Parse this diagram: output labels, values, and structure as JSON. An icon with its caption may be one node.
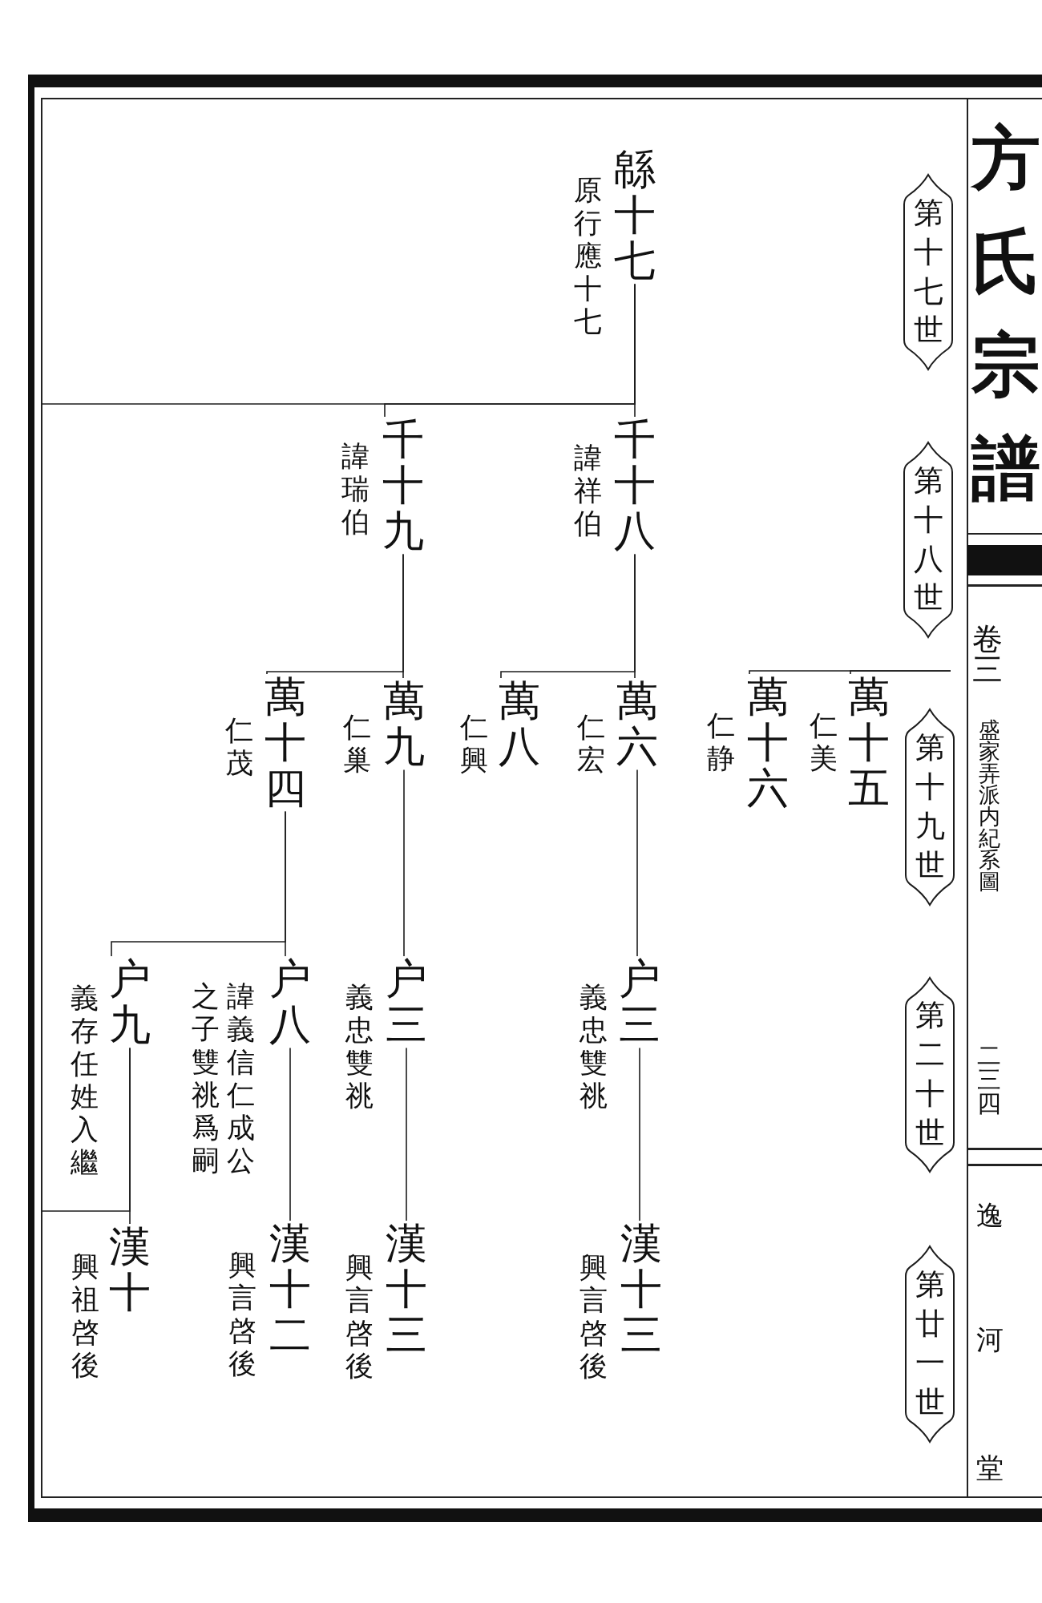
{
  "diagram": {
    "title": "方氏宗譜",
    "nodes": [
      {
        "text": [
          "第十七世"
        ]
      },
      {
        "text": [
          "第十八世"
        ]
      },
      {
        "text": [
          "第十九世"
        ]
      },
      {
        "text": [
          "第二十世"
        ]
      },
      {
        "text": [
          "第廿一世"
        ]
      },
      {
        "text": [
          "緜十七"
        ],
        "beside": [
          "原行應十七"
        ]
      },
      {
        "text": [
          "千十八"
        ],
        "beside": [
          "諱祥伯"
        ]
      },
      {
        "text": [
          "千十九"
        ],
        "beside": [
          "諱瑞伯"
        ]
      },
      {
        "text": [
          "萬十五"
        ],
        "beside": [
          "仁美"
        ]
      },
      {
        "text": [
          "萬十六"
        ],
        "beside": [
          "仁静"
        ]
      },
      {
        "text": [
          "萬六"
        ],
        "beside": [
          "仁宏"
        ]
      },
      {
        "text": [
          "萬八"
        ],
        "beside": [
          "仁興"
        ]
      },
      {
        "text": [
          "萬九"
        ],
        "beside": [
          "仁巢"
        ]
      },
      {
        "text": [
          "萬十四"
        ],
        "beside": [
          "仁茂"
        ]
      },
      {
        "text": [
          "户三"
        ],
        "beside": [
          "義忠雙祧"
        ]
      },
      {
        "text": [
          "户三"
        ],
        "beside": [
          "義忠雙祧"
        ]
      },
      {
        "text": [
          "户八"
        ],
        "beside": [
          "諱義信仁成公之子雙祧爲嗣"
        ]
      },
      {
        "text": [
          "户九"
        ],
        "beside": [
          "義存任姓入繼"
        ]
      },
      {
        "text": [
          "漢十三"
        ],
        "beside": [
          "興言啓後"
        ]
      },
      {
        "text": [
          "漢十三"
        ],
        "beside": [
          "興言啓後"
        ]
      },
      {
        "text": [
          "漢十二"
        ],
        "beside": [
          "興言啓後"
        ]
      },
      {
        "text": [
          "漢十"
        ],
        "beside": [
          "興祖啓後"
        ]
      }
    ],
    "edges": [
      {
        "from": 5,
        "to": 6,
        "arrow": "none"
      },
      {
        "from": 5,
        "to": 7,
        "arrow": "none"
      },
      {
        "from": 5,
        "to": null,
        "arrow": "none"
      },
      {
        "from": null,
        "to": 8,
        "arrow": "none"
      },
      {
        "from": null,
        "to": 9,
        "arrow": "none"
      },
      {
        "from": 6,
        "to": 10,
        "arrow": "none"
      },
      {
        "from": 6,
        "to": 11,
        "arrow": "none"
      },
      {
        "from": 7,
        "to": 12,
        "arrow": "none"
      },
      {
        "from": 7,
        "to": 13,
        "arrow": "none"
      },
      {
        "from": 10,
        "to": 14,
        "arrow": "none"
      },
      {
        "from": 12,
        "to": 15,
        "arrow": "none"
      },
      {
        "from": 13,
        "to": 16,
        "arrow": "none"
      },
      {
        "from": 13,
        "to": 17,
        "arrow": "none"
      },
      {
        "from": 14,
        "to": 18,
        "arrow": "none"
      },
      {
        "from": 15,
        "to": 19,
        "arrow": "none"
      },
      {
        "from": 16,
        "to": 20,
        "arrow": "none"
      },
      {
        "from": 17,
        "to": 21,
        "arrow": "none"
      },
      {
        "from": 17,
        "to": null,
        "arrow": "none"
      }
    ],
    "labels": [
      "卷三",
      "盛家弄派内紀系圖",
      "二三四",
      "逸",
      "河",
      "堂"
    ]
  }
}
